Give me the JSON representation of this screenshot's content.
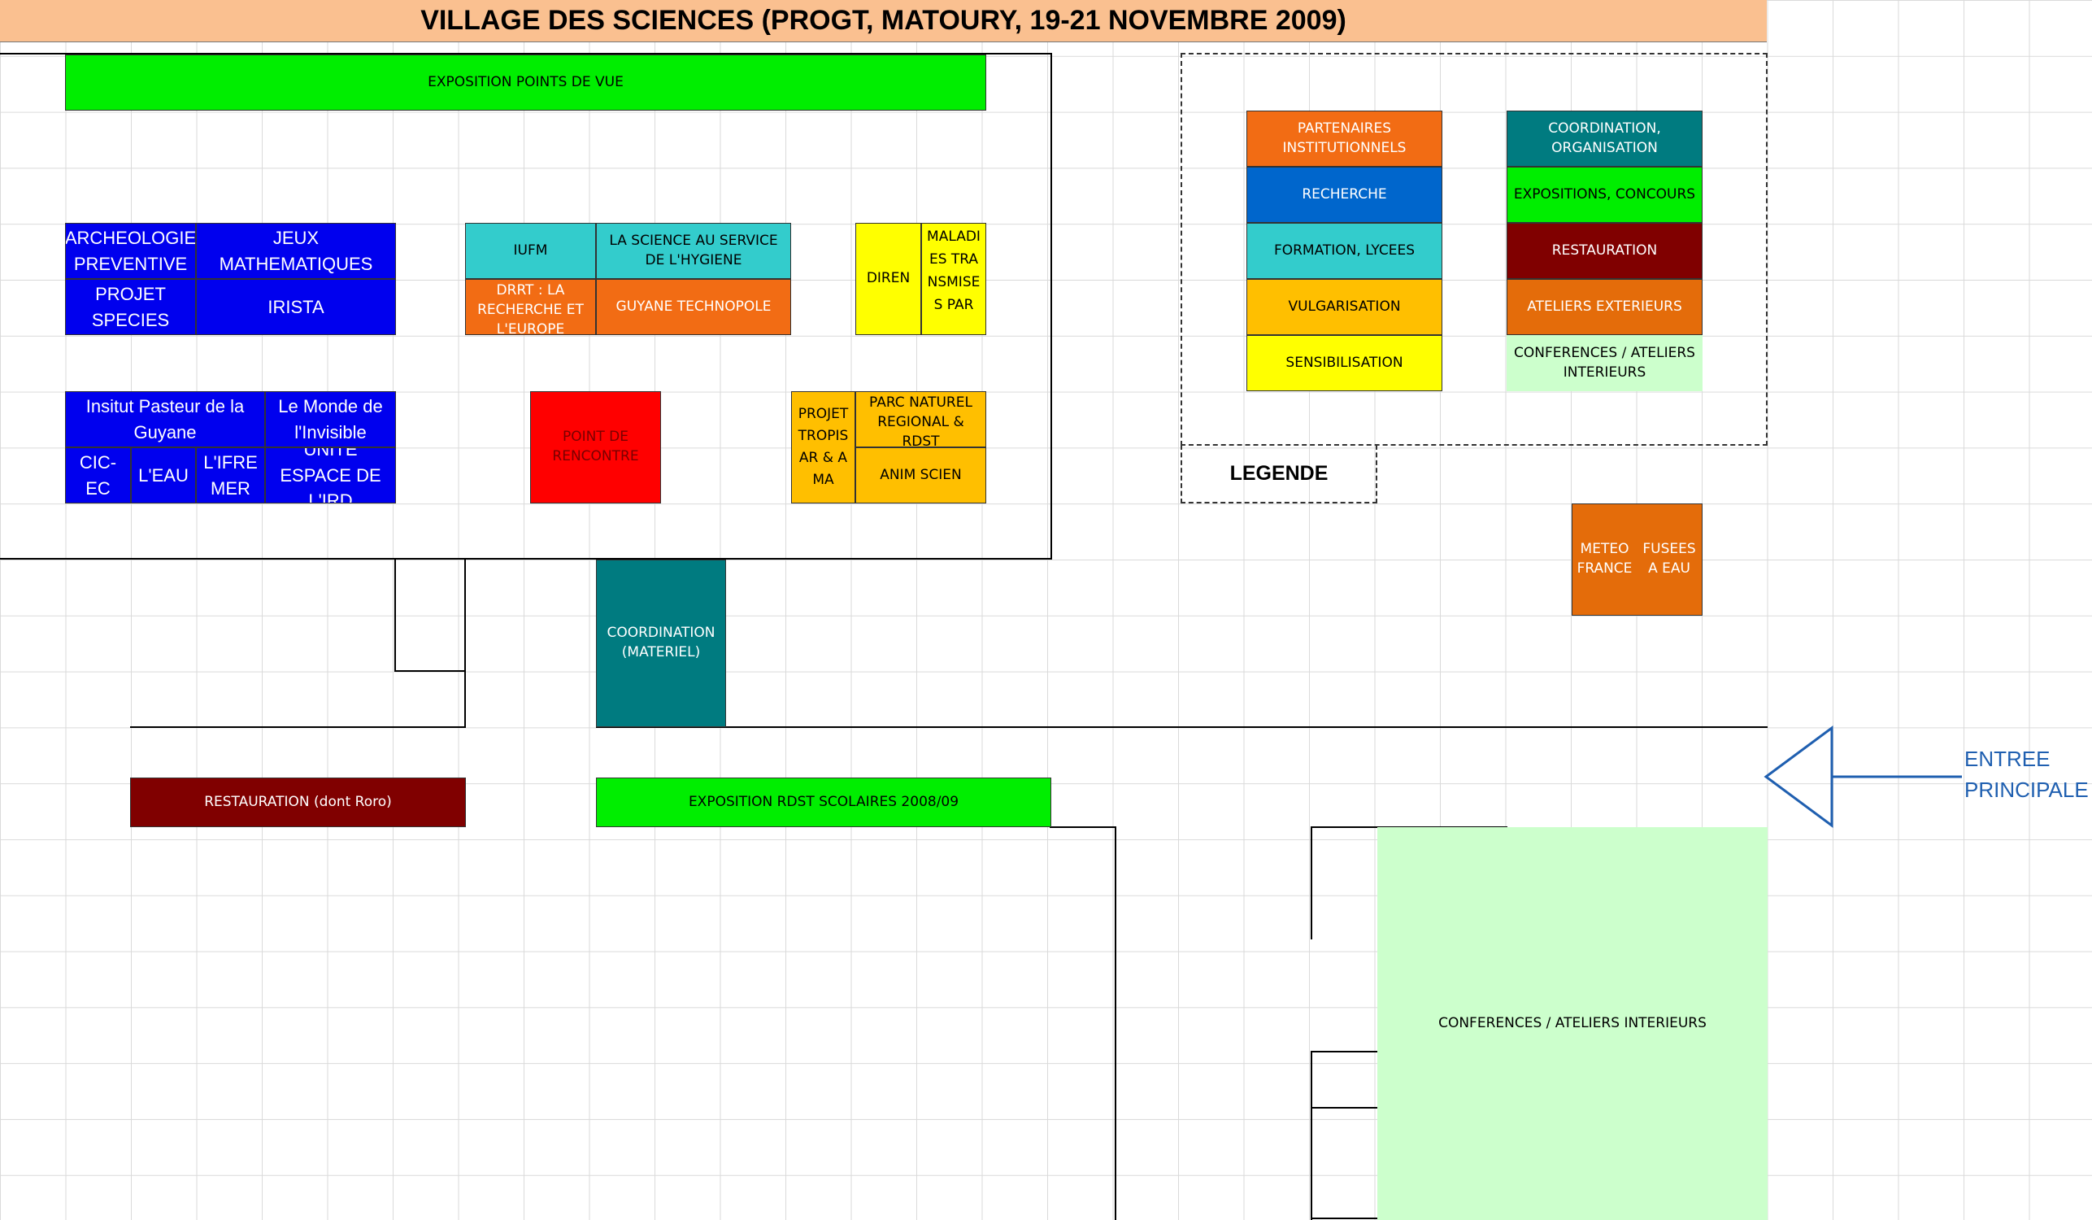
{
  "title": "VILLAGE DES SCIENCES (PROGT, MATOURY, 19-21 NOVEMBRE 2009)",
  "colors": {
    "institutional": "#f26c14",
    "coordination": "#007b80",
    "research": "#0066cc",
    "exhibitions": "#00ee00",
    "training": "#33cccc",
    "catering": "#800000",
    "popularization": "#ffbf00",
    "outdoor_workshops": "#e46c0a",
    "awareness": "#ffff00",
    "indoor_conferences": "#ccffcc",
    "blue_stands": "#0000ee",
    "meeting_point": "#ff0000"
  },
  "zones": {
    "exposition_points_de_vue": "EXPOSITION POINTS DE VUE",
    "archeologie": "ARCHEOLOGIE PREVENTIVE",
    "jeux_math": "JEUX MATHEMATIQUES",
    "projet_species": "PROJET SPECIES",
    "irista": "IRISTA",
    "iufm": "IUFM",
    "science_hygiene": "LA SCIENCE AU SERVICE DE L'HYGIENE",
    "drrt": "DRRT : LA RECHERCHE ET L'EUROPE",
    "guyane_technopole": "GUYANE TECHNOPOLE",
    "diren": "DIREN",
    "maladies": "MALADIES TRANSMISES PAR",
    "pasteur": "Insitut Pasteur de la Guyane",
    "monde_invisible": "Le Monde de l'Invisible",
    "cic_ec": "CIC-EC",
    "leau": "L'EAU",
    "ifremer": "L'IFREMER",
    "unite_espace": "UNITE ESPACE DE L'IRD",
    "point_rencontre": "POINT DE RENCONTRE",
    "projet_tropisar": "PROJET TROPISAR & AMA",
    "parc_naturel": "PARC NATUREL REGIONAL & RDST",
    "anim_scien": "ANIM SCIEN",
    "coordination_materiel": "COORDINATION (MATERIEL)",
    "restauration": "RESTAURATION (dont Roro)",
    "exposition_rdst": "EXPOSITION RDST SCOLAIRES 2008/09",
    "conferences": "CONFERENCES / ATELIERS INTERIEURS",
    "meteo_france": "METEO FRANCE",
    "fusees": "FUSEES A EAU"
  },
  "legend": {
    "label": "LEGENDE",
    "items": {
      "partenaires": "PARTENAIRES INSTITUTIONNELS",
      "coordination": "COORDINATION, ORGANISATION",
      "recherche": "RECHERCHE",
      "expositions": "EXPOSITIONS, CONCOURS",
      "formation": "FORMATION, LYCEES",
      "restauration": "RESTAURATION",
      "vulgarisation": "VULGARISATION",
      "ateliers_ext": "ATELIERS EXTERIEURS",
      "sensibilisation": "SENSIBILISATION",
      "conferences": "CONFERENCES / ATELIERS INTERIEURS"
    }
  },
  "entrance": {
    "label": "ENTREE PRINCIPALE",
    "color": "#1f5fb0",
    "icon": "arrow-left-icon"
  }
}
